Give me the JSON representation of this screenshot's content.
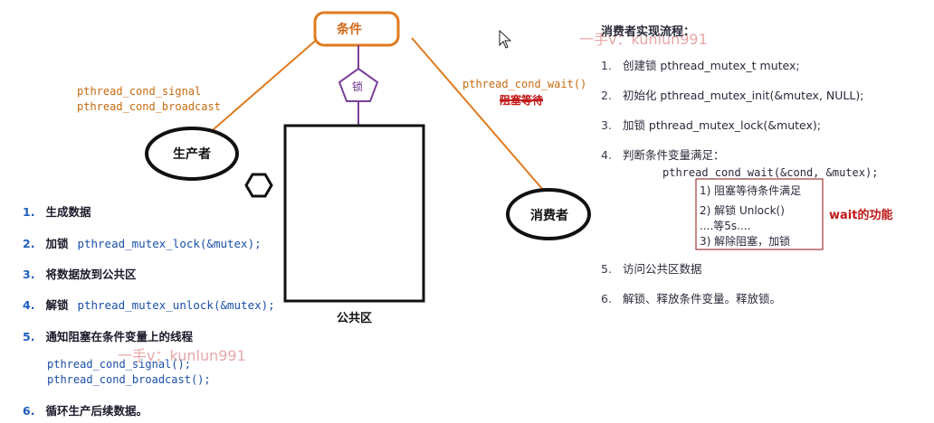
{
  "condition_label": "条件",
  "lock_label": "锁",
  "producer_label": "生产者",
  "consumer_label": "消费者",
  "shared_area_label": "公共区",
  "signal_fns": [
    "pthread_cond_signal",
    "pthread_cond_broadcast"
  ],
  "wait_fn": "pthread_cond_wait()",
  "wait_struck": "阻塞等待",
  "watermark": "一手v：kunlun991",
  "left_steps": [
    {
      "num": "1.",
      "text": "生成数据",
      "code": ""
    },
    {
      "num": "2.",
      "text": "加锁",
      "code": "pthread_mutex_lock(&mutex);"
    },
    {
      "num": "3.",
      "text": "将数据放到公共区",
      "code": ""
    },
    {
      "num": "4.",
      "text": "解锁",
      "code": "pthread_mutex_unlock(&mutex);"
    },
    {
      "num": "5.",
      "text": "通知阻塞在条件变量上的线程",
      "code": ""
    }
  ],
  "left_step5_code": [
    "pthread_cond_signal();",
    "pthread_cond_broadcast();"
  ],
  "left_step6": {
    "num": "6.",
    "text": "循环生产后续数据。"
  },
  "consumer_title": "消费者实现流程：",
  "right_steps": [
    {
      "num": "1.",
      "text": "创建锁 pthread_mutex_t mutex;"
    },
    {
      "num": "2.",
      "text": "初始化 pthread_mutex_init(&mutex, NULL);"
    },
    {
      "num": "3.",
      "text": "加锁 pthread_mutex_lock(&mutex);"
    },
    {
      "num": "4.",
      "text": "判断条件变量满足："
    }
  ],
  "right_step4_code": "pthread_cond_wait(&cond, &mutex);",
  "wait_box_lines": [
    "1) 阻塞等待条件满足",
    "2) 解锁 Unlock()",
    "....等5s....",
    "3) 解除阻塞，加锁"
  ],
  "wait_function_label": "wait的功能",
  "right_steps_tail": [
    {
      "num": "5.",
      "text": "访问公共区数据"
    },
    {
      "num": "6.",
      "text": "解锁、释放条件变量。释放锁。"
    }
  ],
  "colors": {
    "orange": "#e07a1e",
    "purple": "#7a3f9a",
    "blue": "#1a4fa8",
    "red": "#c01818"
  }
}
